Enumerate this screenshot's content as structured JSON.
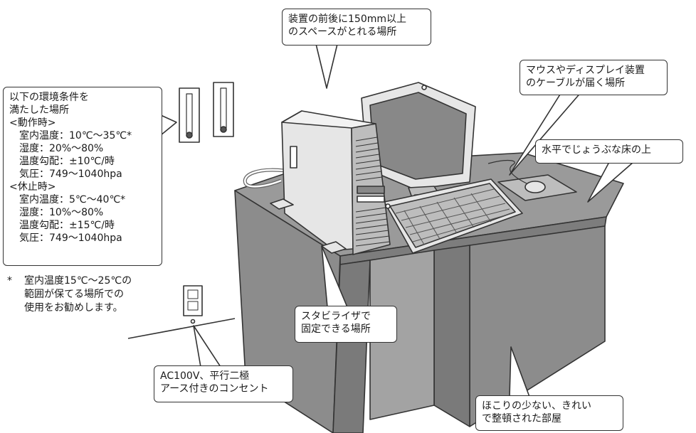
{
  "callouts": {
    "space": {
      "lines": [
        "装置の前後に150mm以上",
        "のスペースがとれる場所"
      ]
    },
    "cable": {
      "lines": [
        "マウスやディスプレイ装置",
        "のケーブルが届く場所"
      ]
    },
    "floor": {
      "lines": [
        "水平でじょうぶな床の上"
      ]
    },
    "stabilizer": {
      "lines": [
        "スタビライザで",
        "固定できる場所"
      ]
    },
    "outlet": {
      "lines": [
        "AC100V、平行二極",
        "アース付きのコンセント"
      ]
    },
    "room": {
      "lines": [
        "ほこりの少ない、きれい",
        "で整頓された部屋"
      ]
    },
    "environment": {
      "intro": [
        "以下の環境条件を",
        "満たした場所"
      ],
      "operating": {
        "heading": "<動作時>",
        "items": [
          "室内温度：10℃〜35℃*",
          "湿度：20%〜80%",
          "温度勾配：±10℃/時",
          "気圧：749〜1040hpa"
        ]
      },
      "resting": {
        "heading": "<休止時>",
        "items": [
          "室内温度：5℃〜40℃*",
          "湿度：10%〜80%",
          "温度勾配：±15℃/時",
          "気圧：749〜1040hpa"
        ]
      }
    }
  },
  "footnote": {
    "marker": "*",
    "lines": [
      "室内温度15℃〜25℃の",
      "範囲が保てる場所での",
      "使用をお勧めします。"
    ]
  },
  "colors": {
    "desk_top": "#9a9a9a",
    "desk_front": "#8c8c8c",
    "desk_side": "#7a7a7a",
    "outline": "#333333",
    "device_light": "#e6e6e6",
    "device_mid": "#bdbdbd",
    "device_dark": "#888888"
  }
}
